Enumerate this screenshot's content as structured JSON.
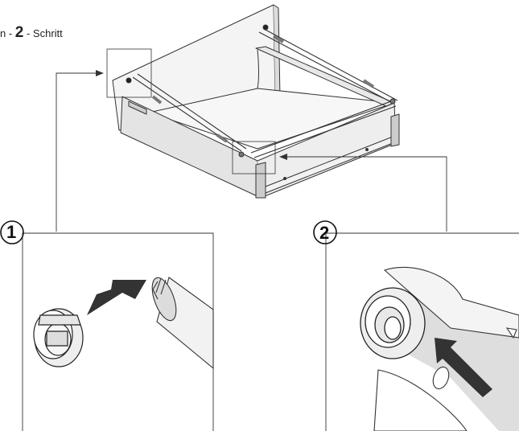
{
  "heading": {
    "prefix": "n - ",
    "step": "2",
    "suffix": " - Schritt"
  },
  "callouts": {
    "one": "1",
    "two": "2"
  },
  "colors": {
    "stroke": "#333333",
    "panel": "#e6e6e6",
    "shade": "#d4d4d4",
    "arrow": "#333333"
  }
}
